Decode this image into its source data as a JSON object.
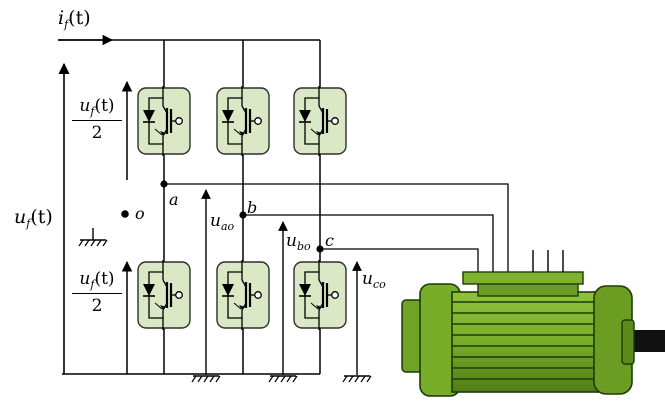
{
  "labels": {
    "if": "i",
    "if_sub": "f",
    "if_arg": "(t)",
    "uf": "u",
    "uf_sub": "f",
    "uf_arg": "(t)",
    "half_top_num": "u",
    "half_top_sub": "f",
    "half_top_arg": "(t)",
    "half_top_den": "2",
    "half_bot_num": "u",
    "half_bot_sub": "f",
    "half_bot_arg": "(t)",
    "half_bot_den": "2",
    "node_o": "o",
    "node_a": "a",
    "node_b": "b",
    "node_c": "c",
    "uao": "u",
    "uao_sub": "ao",
    "ubo": "u",
    "ubo_sub": "bo",
    "uco": "u",
    "uco_sub": "co"
  },
  "colors": {
    "switch_fill": "#dbe8c6",
    "switch_stroke": "#2d2d2d",
    "motor_body": "#7bb02e",
    "motor_dark": "#4d7a16",
    "motor_outline": "#1f3a06",
    "wire": "#000000"
  },
  "icons": [
    "igbt-switch-icon",
    "ground-icon",
    "motor-icon",
    "arrow-icon"
  ]
}
